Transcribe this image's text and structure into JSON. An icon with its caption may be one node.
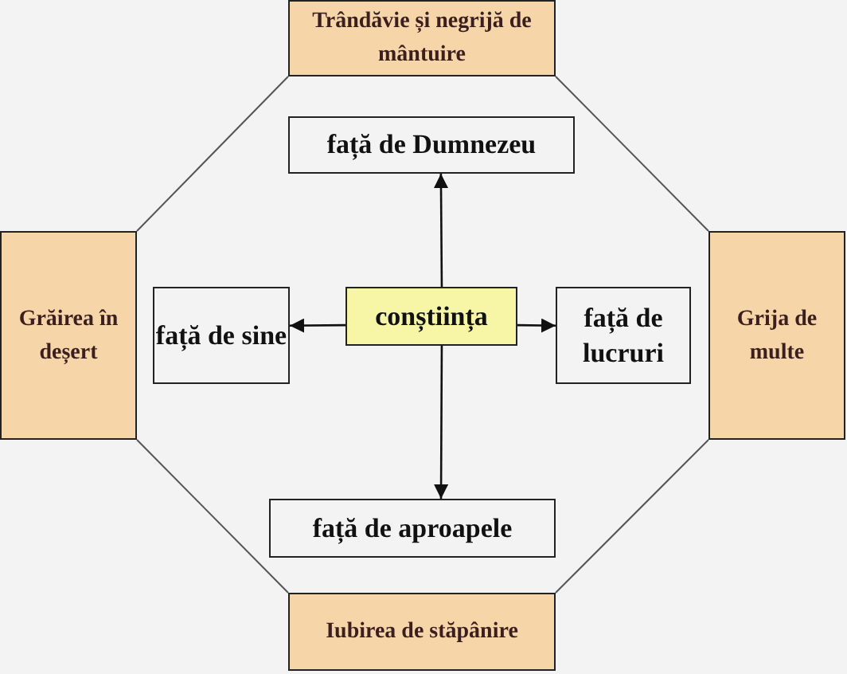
{
  "diagram": {
    "nodes": [
      {
        "text": [
          "Trândăvie și negrijă de mântuire"
        ]
      },
      {
        "text": [
          "față de Dumnezeu"
        ]
      },
      {
        "text": [
          "Grăirea în deșert"
        ]
      },
      {
        "text": [
          "față de sine"
        ]
      },
      {
        "text": [
          "conștiința"
        ]
      },
      {
        "text": [
          "față de lucruri"
        ]
      },
      {
        "text": [
          "Grija de multe"
        ]
      },
      {
        "text": [
          "față de aproapele"
        ]
      },
      {
        "text": [
          "Iubirea de stăpânire"
        ]
      }
    ],
    "edges": [
      {
        "from": 4,
        "to": 1,
        "arrow": "to"
      },
      {
        "from": 4,
        "to": 3,
        "arrow": "to"
      },
      {
        "from": 4,
        "to": 5,
        "arrow": "to"
      },
      {
        "from": 4,
        "to": 7,
        "arrow": "to"
      },
      {
        "from": 0,
        "to": 2,
        "arrow": "none"
      },
      {
        "from": 0,
        "to": 6,
        "arrow": "none"
      },
      {
        "from": 2,
        "to": 8,
        "arrow": "none"
      },
      {
        "from": 6,
        "to": 8,
        "arrow": "none"
      }
    ]
  }
}
